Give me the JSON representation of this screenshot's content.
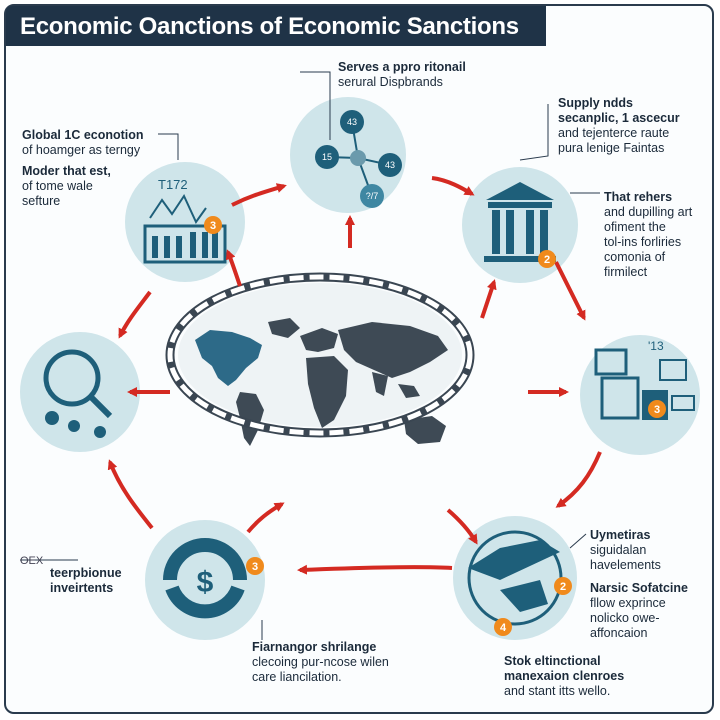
{
  "title": "Economic Oanctions of Economic Sanctions",
  "colors": {
    "navy": "#1f3347",
    "circle": "#cfe5ea",
    "icon": "#1e5f7a",
    "accent_red": "#d42a22",
    "badge": "#f08a1c",
    "map": "#3e4a55"
  },
  "nodes": {
    "top": {
      "heading": "Serves a ppro ritonail",
      "line1": "serural Dispbrands",
      "n1": "43",
      "n2": "15",
      "n3": "43",
      "n4": "?/7"
    },
    "top_left": {
      "heading1": "Global 1C econotion",
      "line1": "of hoamger as terngy",
      "heading2": "Moder that est,",
      "line2": "of tome wale",
      "line3": "sefture",
      "chart_text": "T172"
    },
    "top_right": {
      "heading": "Supply ndds",
      "line1": "secanplic, 1 ascecur",
      "line2": "and tejenterce raute",
      "line3": "pura lenige Faintas",
      "badge": "2"
    },
    "right_text": {
      "heading": "That rehers",
      "line1": "and dupilling art",
      "line2": "ofiment the",
      "line3": "tol-ins forliries",
      "line4": "comonia of",
      "line5": "firmilect"
    },
    "right": {
      "label": "'13",
      "badge": "3"
    },
    "bottom_right": {
      "heading1": "Uymetiras",
      "line1": "siguidalan",
      "line2": "havelements",
      "heading2": "Narsic Sofatcine",
      "line3": "fllow exprince",
      "line4": "nolicko owe-",
      "line5": "affoncaion",
      "badge1": "2",
      "badge2": "4"
    },
    "bottom_far": {
      "heading": "Stok eltinctional",
      "line1": "manexaion clenroes",
      "line2": "and stant itts wello."
    },
    "bottom": {
      "heading": "Fiarnangor shrilange",
      "line1": "clecoing pur-ncose wilen",
      "line2": "care liancilation.",
      "badge": "3",
      "symbol": "$"
    },
    "left_bottom": {
      "corner": "OEX",
      "heading": "teerpbionue",
      "line1": "inveirtents"
    },
    "top_left_badge": "3"
  }
}
